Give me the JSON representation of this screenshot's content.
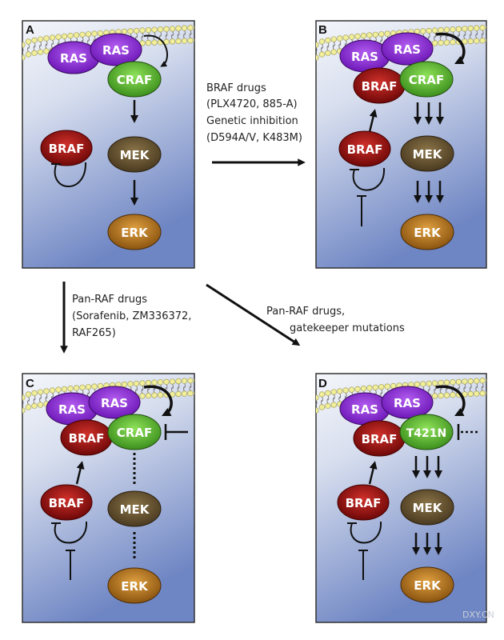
{
  "figure": {
    "panels": [
      {
        "id": "A",
        "label": "A",
        "proteins": {
          "ras1": "RAS",
          "ras2": "RAS",
          "craf": "CRAF",
          "braf_inactive": "BRAF",
          "mek": "MEK",
          "erk": "ERK"
        },
        "signal": "single-arrows",
        "braf_bound": false
      },
      {
        "id": "B",
        "label": "B",
        "proteins": {
          "ras1": "RAS",
          "ras2": "RAS",
          "braf_bound": "BRAF",
          "craf": "CRAF",
          "braf_inactive": "BRAF",
          "mek": "MEK",
          "erk": "ERK"
        },
        "signal": "triple-arrows",
        "braf_bound": true
      },
      {
        "id": "C",
        "label": "C",
        "proteins": {
          "ras1": "RAS",
          "ras2": "RAS",
          "braf_bound": "BRAF",
          "craf": "CRAF",
          "braf_inactive": "BRAF",
          "mek": "MEK",
          "erk": "ERK"
        },
        "signal": "dotted-blocked",
        "craf_inhibitor": "solid",
        "braf_bound": true
      },
      {
        "id": "D",
        "label": "D",
        "proteins": {
          "ras1": "RAS",
          "ras2": "RAS",
          "braf_bound": "BRAF",
          "craf": "T421N",
          "braf_inactive": "BRAF",
          "mek": "MEK",
          "erk": "ERK"
        },
        "signal": "triple-arrows",
        "craf_inhibitor": "dashed",
        "braf_bound": true
      }
    ],
    "transitions": {
      "a_to_b": {
        "lines": [
          "BRAF drugs",
          "(PLX4720, 885-A)",
          "Genetic inhibition",
          "(D594A/V, K483M)"
        ]
      },
      "a_to_c": {
        "lines": [
          "Pan-RAF drugs",
          "(Sorafenib, ZM336372,",
          "RAF265)"
        ]
      },
      "a_to_d": {
        "lines": [
          "Pan-RAF drugs,",
          "gatekeeper mutations"
        ]
      }
    },
    "watermark": "DXY.CN",
    "colors": {
      "ras": "#8a2be2",
      "craf": "#4cae2a",
      "braf": "#9e1010",
      "mek": "#5c4a2c",
      "erk": "#b8731c",
      "membrane_head": "#f2ef9a",
      "panel_top": "#eef2f8",
      "panel_bottom": "#6f86c4"
    }
  }
}
